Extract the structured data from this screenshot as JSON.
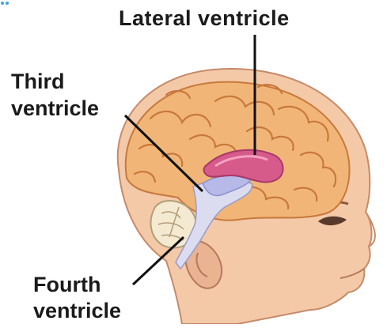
{
  "labels": {
    "lateral_ventricle": "Lateral ventricle",
    "third_line1": "Third",
    "third_line2": "ventricle",
    "fourth_line1": "Fourth",
    "fourth_line2": "ventricle"
  },
  "colors": {
    "skin": "#f3c9a8",
    "skin_shadow": "#e0a07e",
    "brain": "#f1b677",
    "gyri_outline": "#c8783c",
    "lateral_ventricle": "#d65a8a",
    "third_ventricle": "#b7b9e8",
    "brainstem": "#dcdcf0",
    "cerebellum": "#f4ead2",
    "leader_line": "#111111",
    "corner_dots": "#3aa6e6"
  }
}
